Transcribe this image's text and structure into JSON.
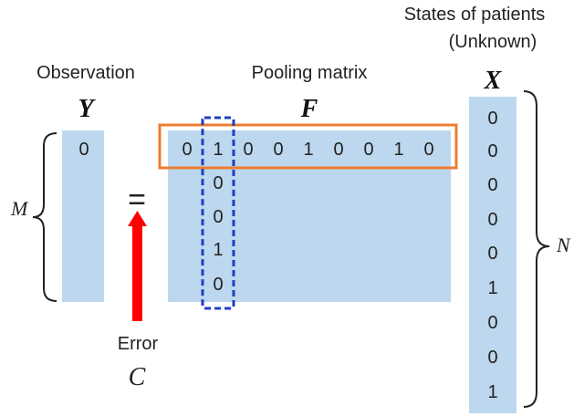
{
  "colors": {
    "matrix_fill": "#bcd7ee",
    "row_highlight": "#ed7d31",
    "column_highlight": "#1f3fc4",
    "error_arrow": "#ff0000",
    "text": "#222222"
  },
  "observation": {
    "label": "Observation",
    "symbol": "Y",
    "values": [
      "0"
    ]
  },
  "pooling": {
    "label": "Pooling matrix",
    "symbol": "F",
    "row_values": [
      "0",
      "1",
      "0",
      "0",
      "1",
      "0",
      "0",
      "1",
      "0"
    ],
    "column_values": [
      "0",
      "0",
      "1",
      "0"
    ]
  },
  "states": {
    "label_line1": "States of patients",
    "label_line2": "(Unknown)",
    "symbol": "X",
    "values": [
      "0",
      "0",
      "0",
      "0",
      "0",
      "1",
      "0",
      "0",
      "1"
    ]
  },
  "equals_sign": "=",
  "error": {
    "label": "Error",
    "symbol": "C"
  },
  "dims": {
    "m": "M",
    "n": "N"
  }
}
